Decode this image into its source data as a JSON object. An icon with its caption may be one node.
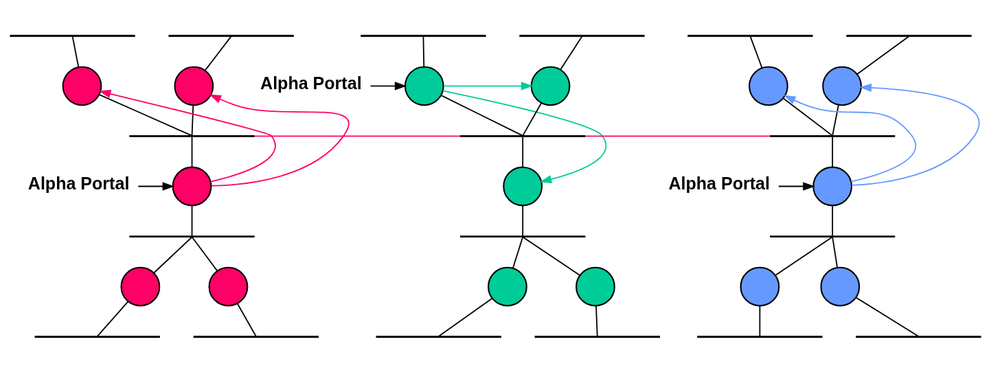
{
  "diagram": {
    "nodes": [
      {
        "text": [],
        "shape": "bar"
      },
      {
        "text": [],
        "shape": "bar"
      },
      {
        "text": [],
        "shape": "circle"
      },
      {
        "text": [],
        "shape": "circle"
      },
      {
        "text": [],
        "shape": "bar"
      },
      {
        "text": [
          "Alpha Portal"
        ]
      },
      {
        "text": [],
        "shape": "circle"
      },
      {
        "text": [],
        "shape": "bar"
      },
      {
        "text": [],
        "shape": "circle"
      },
      {
        "text": [],
        "shape": "circle"
      },
      {
        "text": [],
        "shape": "bar"
      },
      {
        "text": [],
        "shape": "bar"
      },
      {
        "text": [],
        "shape": "bar"
      },
      {
        "text": [],
        "shape": "bar"
      },
      {
        "text": [],
        "shape": "circle"
      },
      {
        "text": [],
        "shape": "circle"
      },
      {
        "text": [],
        "shape": "bar"
      },
      {
        "text": [
          "Alpha Portal"
        ]
      },
      {
        "text": [],
        "shape": "circle"
      },
      {
        "text": [],
        "shape": "bar"
      },
      {
        "text": [],
        "shape": "circle"
      },
      {
        "text": [],
        "shape": "circle"
      },
      {
        "text": [],
        "shape": "bar"
      },
      {
        "text": [],
        "shape": "bar"
      },
      {
        "text": [],
        "shape": "bar"
      },
      {
        "text": [],
        "shape": "bar"
      },
      {
        "text": [],
        "shape": "circle"
      },
      {
        "text": [],
        "shape": "circle"
      },
      {
        "text": [],
        "shape": "bar"
      },
      {
        "text": [
          "Alpha Portal"
        ]
      },
      {
        "text": [],
        "shape": "circle"
      },
      {
        "text": [],
        "shape": "bar"
      },
      {
        "text": [],
        "shape": "circle"
      },
      {
        "text": [],
        "shape": "circle"
      },
      {
        "text": [],
        "shape": "bar"
      },
      {
        "text": [],
        "shape": "bar"
      }
    ],
    "edges": [
      {
        "from": 0,
        "to": 2,
        "arrow": "none"
      },
      {
        "from": 2,
        "to": 4,
        "arrow": "none"
      },
      {
        "from": 1,
        "to": 3,
        "arrow": "none"
      },
      {
        "from": 3,
        "to": 4,
        "arrow": "none"
      },
      {
        "from": 4,
        "to": 6,
        "arrow": "none"
      },
      {
        "from": 6,
        "to": 7,
        "arrow": "none"
      },
      {
        "from": 7,
        "to": 8,
        "arrow": "none"
      },
      {
        "from": 8,
        "to": 10,
        "arrow": "none"
      },
      {
        "from": 7,
        "to": 9,
        "arrow": "none"
      },
      {
        "from": 9,
        "to": 11,
        "arrow": "none"
      },
      {
        "from": 5,
        "to": 6,
        "arrow": "to"
      },
      {
        "from": 6,
        "to": 2,
        "arrow": "to",
        "color": "#ff0066"
      },
      {
        "from": 6,
        "to": 3,
        "arrow": "to",
        "color": "#ff0066"
      },
      {
        "from": 4,
        "to": 16,
        "arrow": "none",
        "color": "#ff0066"
      },
      {
        "from": 12,
        "to": 14,
        "arrow": "none"
      },
      {
        "from": 14,
        "to": 16,
        "arrow": "none"
      },
      {
        "from": 13,
        "to": 15,
        "arrow": "none"
      },
      {
        "from": 15,
        "to": 16,
        "arrow": "none"
      },
      {
        "from": 16,
        "to": 18,
        "arrow": "none"
      },
      {
        "from": 18,
        "to": 19,
        "arrow": "none"
      },
      {
        "from": 19,
        "to": 20,
        "arrow": "none"
      },
      {
        "from": 20,
        "to": 22,
        "arrow": "none"
      },
      {
        "from": 19,
        "to": 21,
        "arrow": "none"
      },
      {
        "from": 21,
        "to": 23,
        "arrow": "none"
      },
      {
        "from": 17,
        "to": 14,
        "arrow": "to"
      },
      {
        "from": 14,
        "to": 15,
        "arrow": "to",
        "color": "#00cc99"
      },
      {
        "from": 14,
        "to": 18,
        "arrow": "to",
        "color": "#00cc99"
      },
      {
        "from": 16,
        "to": 28,
        "arrow": "none",
        "color": "#ff0066"
      },
      {
        "from": 24,
        "to": 26,
        "arrow": "none"
      },
      {
        "from": 26,
        "to": 28,
        "arrow": "none"
      },
      {
        "from": 25,
        "to": 27,
        "arrow": "none"
      },
      {
        "from": 27,
        "to": 28,
        "arrow": "none"
      },
      {
        "from": 28,
        "to": 30,
        "arrow": "none"
      },
      {
        "from": 30,
        "to": 31,
        "arrow": "none"
      },
      {
        "from": 31,
        "to": 32,
        "arrow": "none"
      },
      {
        "from": 32,
        "to": 34,
        "arrow": "none"
      },
      {
        "from": 31,
        "to": 33,
        "arrow": "none"
      },
      {
        "from": 33,
        "to": 35,
        "arrow": "none"
      },
      {
        "from": 29,
        "to": 30,
        "arrow": "to"
      },
      {
        "from": 30,
        "to": 26,
        "arrow": "to",
        "color": "#6699ff"
      },
      {
        "from": 30,
        "to": 27,
        "arrow": "to",
        "color": "#6699ff"
      }
    ]
  }
}
